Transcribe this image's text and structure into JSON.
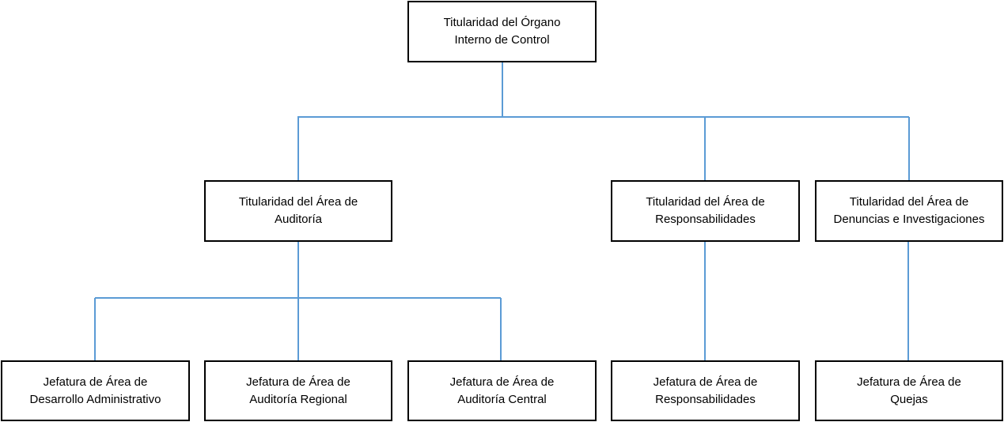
{
  "diagram": {
    "root": {
      "line1": "Titularidad del Órgano",
      "line2": "Interno de Control"
    },
    "level2": [
      {
        "line1": "Titularidad del Área de",
        "line2": "Auditoría"
      },
      {
        "line1": "Titularidad del Área de",
        "line2": "Responsabilidades"
      },
      {
        "line1": "Titularidad del Área de",
        "line2": "Denuncias e Investigaciones"
      }
    ],
    "level3": [
      {
        "line1": "Jefatura de Área de",
        "line2": "Desarrollo Administrativo"
      },
      {
        "line1": "Jefatura de Área de",
        "line2": "Auditoría Regional"
      },
      {
        "line1": "Jefatura de Área de",
        "line2": "Auditoría Central"
      },
      {
        "line1": "Jefatura de Área de",
        "line2": "Responsabilidades"
      },
      {
        "line1": "Jefatura de Área de",
        "line2": "Quejas"
      }
    ]
  },
  "colors": {
    "connector": "#5b9bd5",
    "box_border": "#000000",
    "box_fill": "#ffffff",
    "text": "#000000"
  }
}
